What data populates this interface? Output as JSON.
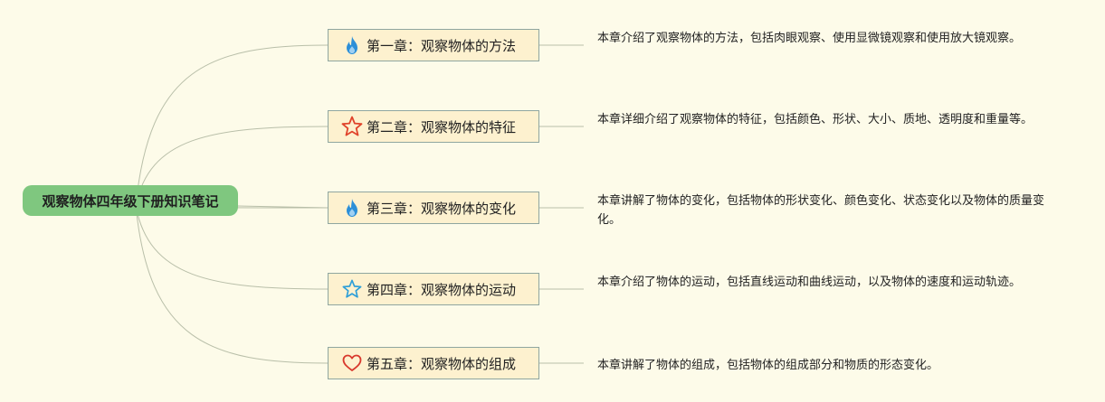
{
  "root": {
    "label": "观察物体四年级下册知识笔记"
  },
  "chapters": [
    {
      "title": "第一章：观察物体的方法",
      "icon": "flame-icon",
      "icon_color": "#2c8fd8",
      "description": "本章介绍了观察物体的方法，包括肉眼观察、使用显微镜观察和使用放大镜观察。"
    },
    {
      "title": "第二章：观察物体的特征",
      "icon": "star-icon",
      "icon_color": "#e0442c",
      "description": "本章详细介绍了观察物体的特征，包括颜色、形状、大小、质地、透明度和重量等。"
    },
    {
      "title": "第三章：观察物体的变化",
      "icon": "flame-icon",
      "icon_color": "#2c8fd8",
      "description": "本章讲解了物体的变化，包括物体的形状变化、颜色变化、状态变化以及物体的质量变化。"
    },
    {
      "title": "第四章：观察物体的运动",
      "icon": "star-icon",
      "icon_color": "#2c9ed8",
      "description": "本章介绍了物体的运动，包括直线运动和曲线运动，以及物体的速度和运动轨迹。"
    },
    {
      "title": "第五章：观察物体的组成",
      "icon": "heart-icon",
      "icon_color": "#d8382c",
      "description": "本章讲解了物体的组成，包括物体的组成部分和物质的形态变化。"
    }
  ],
  "colors": {
    "background": "#fdfbe9",
    "root_fill": "#7fc77f",
    "chapter_fill": "#fdf1cf",
    "chapter_border": "#8fa6a0",
    "link_line": "#b9bfa9"
  }
}
